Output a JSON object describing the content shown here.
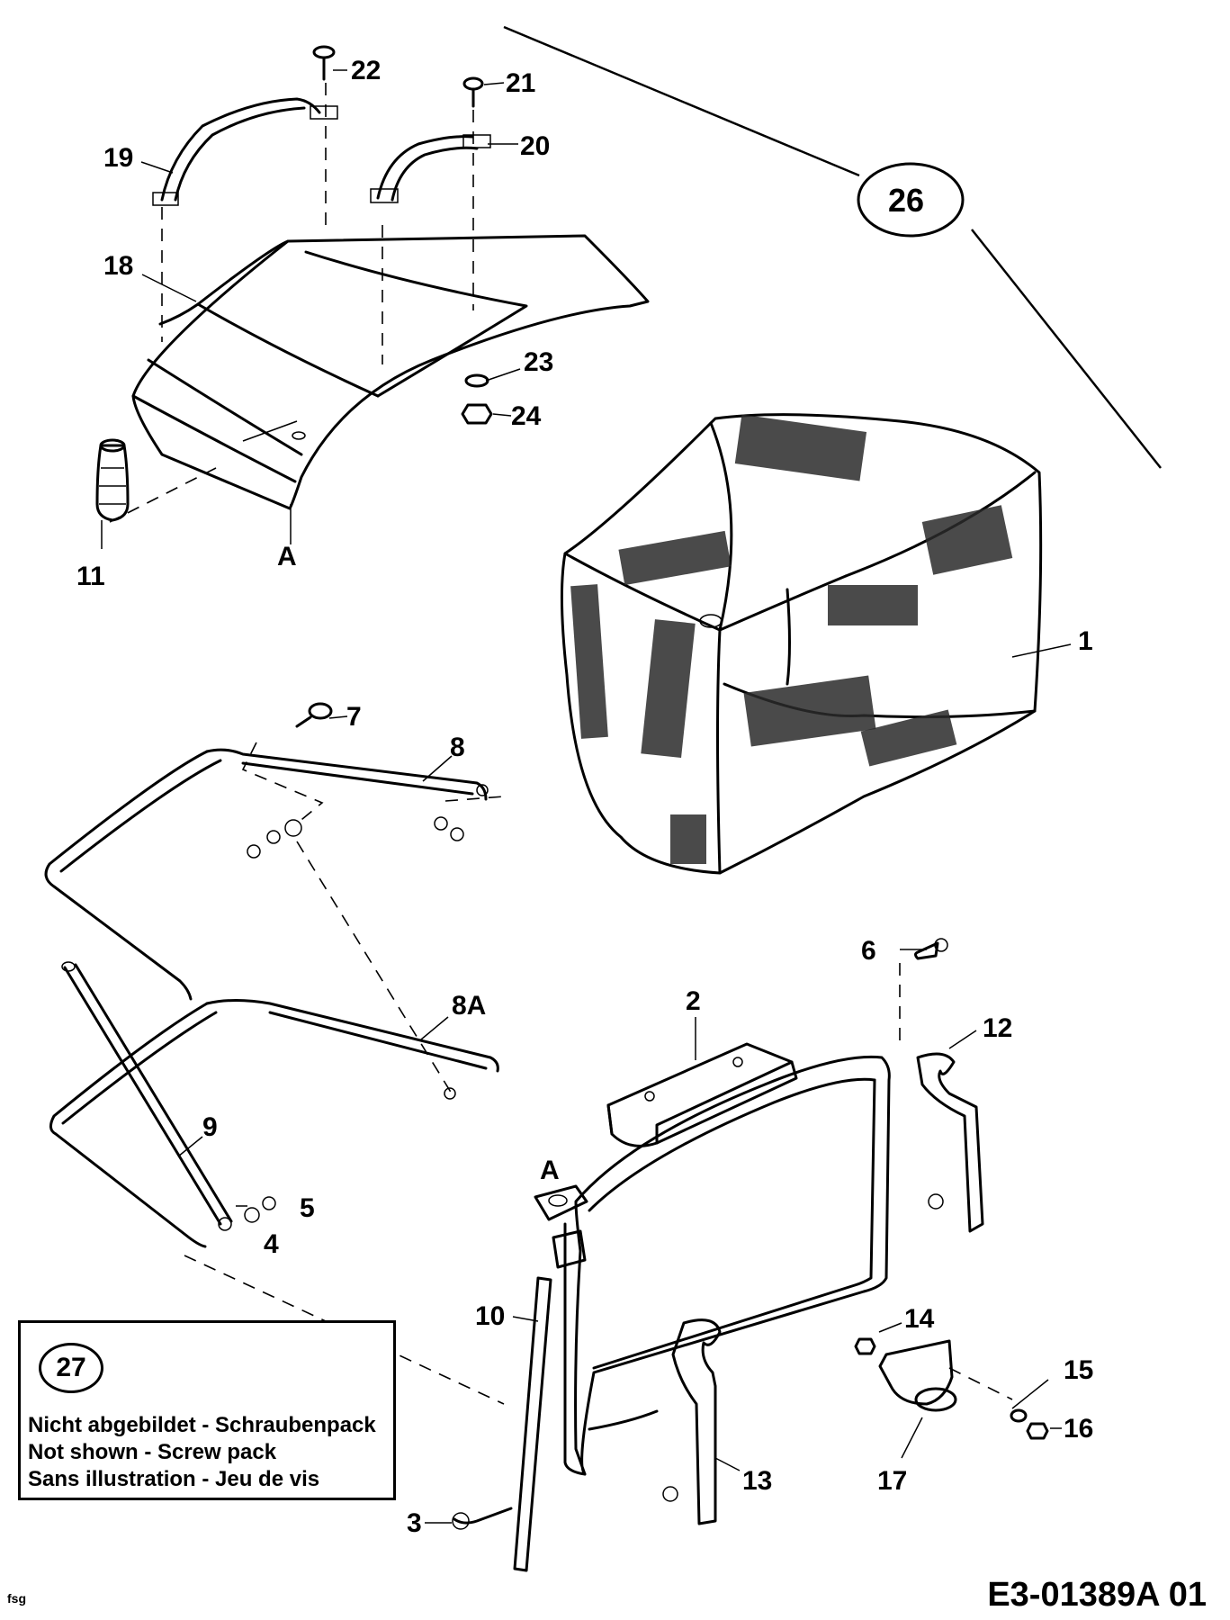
{
  "callouts": {
    "c1": "1",
    "c2": "2",
    "c3": "3",
    "c4": "4",
    "c5": "5",
    "c6": "6",
    "c7": "7",
    "c8": "8",
    "c8a": "8A",
    "c9": "9",
    "c10": "10",
    "c11": "11",
    "c12": "12",
    "c13": "13",
    "c14": "14",
    "c15": "15",
    "c16": "16",
    "c17": "17",
    "c18": "18",
    "c19": "19",
    "c20": "20",
    "c21": "21",
    "c22": "22",
    "c23": "23",
    "c24": "24",
    "c26": "26",
    "ca1": "A",
    "ca2": "A"
  },
  "note": {
    "number": "27",
    "line_de": "Nicht abgebildet - Schraubenpack",
    "line_en": "Not shown - Screw pack",
    "line_fr": "Sans illustration - Jeu de vis"
  },
  "doc_code": "E3-01389A 01",
  "author": "fsg"
}
